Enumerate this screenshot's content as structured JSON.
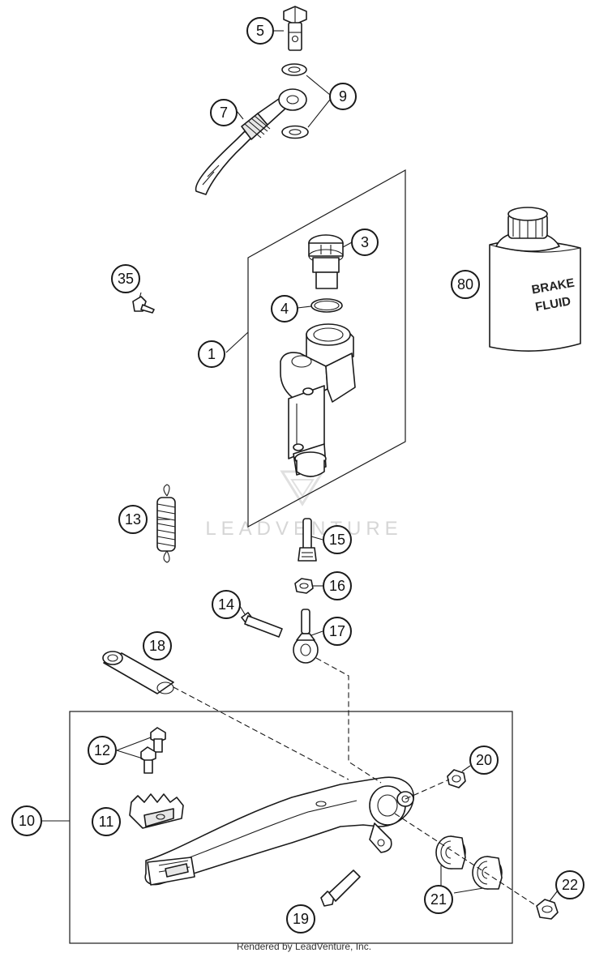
{
  "diagram": {
    "callouts": [
      {
        "id": "c5",
        "label": "5"
      },
      {
        "id": "c9",
        "label": "9"
      },
      {
        "id": "c7",
        "label": "7"
      },
      {
        "id": "c3",
        "label": "3"
      },
      {
        "id": "c80",
        "label": "80"
      },
      {
        "id": "c35",
        "label": "35"
      },
      {
        "id": "c4",
        "label": "4"
      },
      {
        "id": "c1",
        "label": "1"
      },
      {
        "id": "c13",
        "label": "13"
      },
      {
        "id": "c15",
        "label": "15"
      },
      {
        "id": "c16",
        "label": "16"
      },
      {
        "id": "c14",
        "label": "14"
      },
      {
        "id": "c17",
        "label": "17"
      },
      {
        "id": "c18",
        "label": "18"
      },
      {
        "id": "c12",
        "label": "12"
      },
      {
        "id": "c20",
        "label": "20"
      },
      {
        "id": "c10",
        "label": "10"
      },
      {
        "id": "c11",
        "label": "11"
      },
      {
        "id": "c22",
        "label": "22"
      },
      {
        "id": "c21",
        "label": "21"
      },
      {
        "id": "c19",
        "label": "19"
      }
    ],
    "bottle_label_line1": "BRAKE",
    "bottle_label_line2": "FLUID",
    "watermark": "LEADVENTURE",
    "footer": "Rendered by LeadVenture, Inc."
  }
}
